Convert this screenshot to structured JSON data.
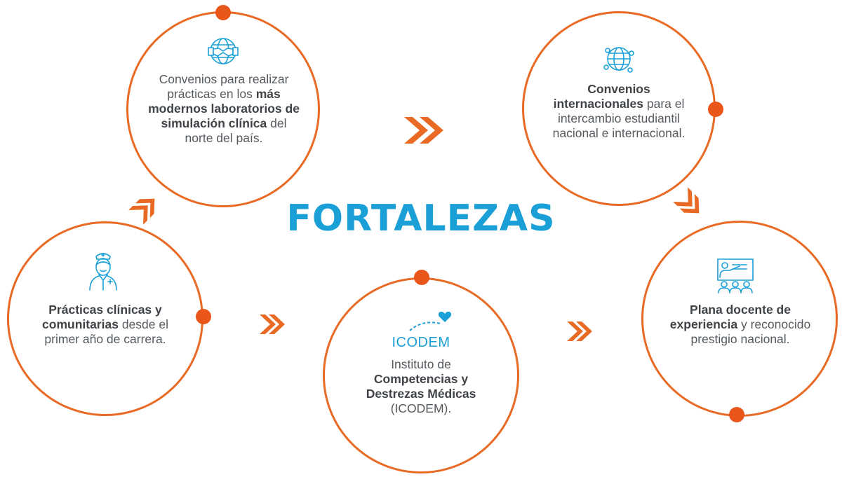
{
  "title": "FORTALEZAS",
  "colors": {
    "accent": "#e86a24",
    "dot": "#e8561a",
    "title": "#1a9fd6",
    "icon": "#1a9fd6",
    "text": "#555a5f"
  },
  "cards": [
    {
      "id": "laboratorios",
      "icon": "handshake-globe-icon",
      "parts": [
        {
          "t": "Convenios para realizar prácticas en los ",
          "b": false
        },
        {
          "t": "más modernos laboratorios de simulación clínica",
          "b": true
        },
        {
          "t": " del norte del país.",
          "b": false
        }
      ]
    },
    {
      "id": "internacionales",
      "icon": "network-globe-icon",
      "parts": [
        {
          "t": "Convenios internacionales",
          "b": true
        },
        {
          "t": " para el intercambio estudiantil nacional e internacional.",
          "b": false
        }
      ]
    },
    {
      "id": "practicas",
      "icon": "nurse-icon",
      "parts": [
        {
          "t": "Prácticas clínicas y comunitarias",
          "b": true
        },
        {
          "t": " desde el primer año de carrera.",
          "b": false
        }
      ]
    },
    {
      "id": "icodem",
      "icon": "icodem-logo-icon",
      "logo_text": "ICODEM",
      "parts": [
        {
          "t": "Instituto de ",
          "b": false
        },
        {
          "t": "Competencias y Destrezas Médicas",
          "b": true
        },
        {
          "t": " (ICODEM).",
          "b": false
        }
      ]
    },
    {
      "id": "docente",
      "icon": "presentation-teacher-icon",
      "parts": [
        {
          "t": "Plana docente de experiencia",
          "b": true
        },
        {
          "t": " y reconocido prestigio nacional.",
          "b": false
        }
      ]
    }
  ]
}
